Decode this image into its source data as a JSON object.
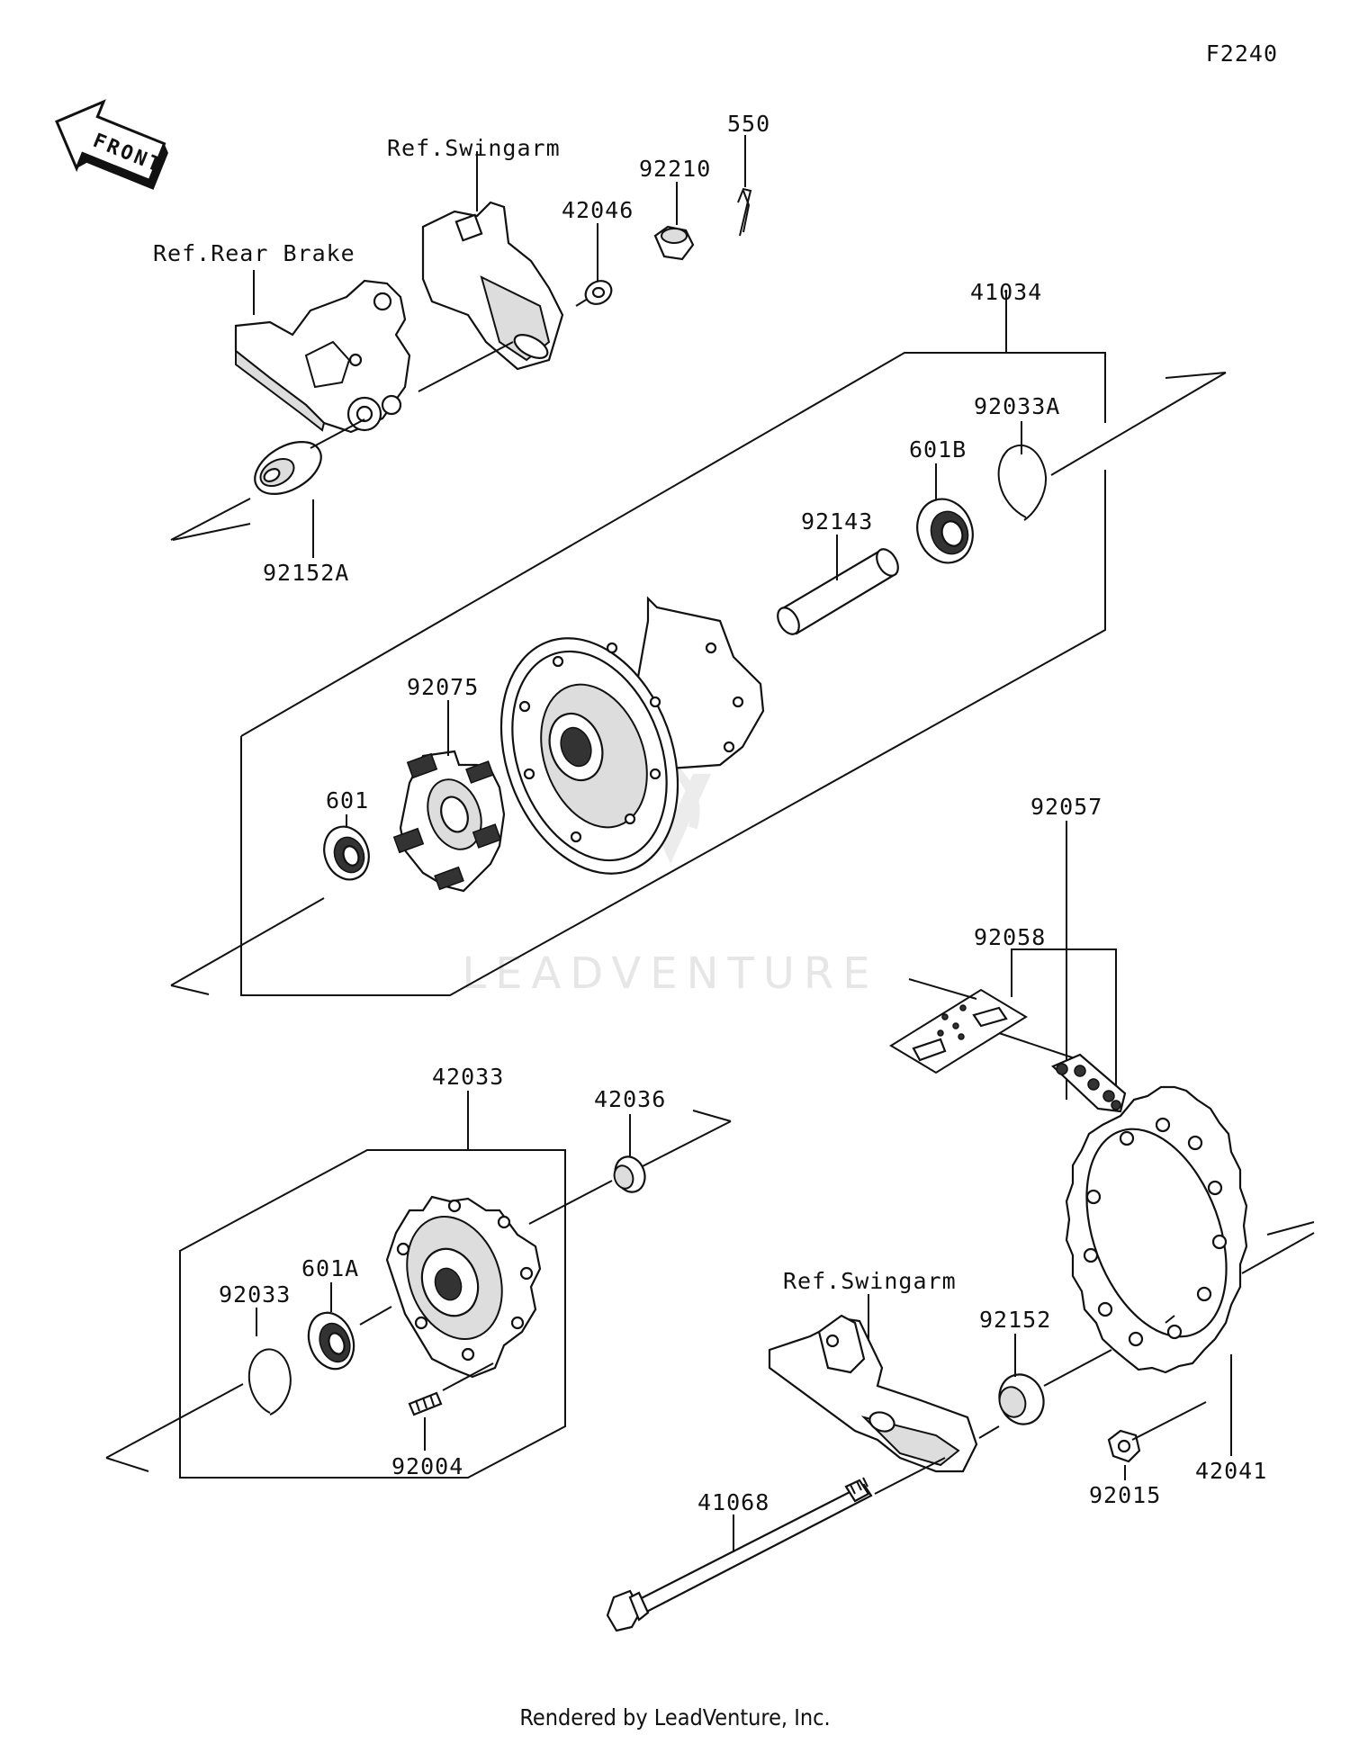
{
  "diagram_code": "F2240",
  "front_label": "FRONT",
  "footer": "Rendered by LeadVenture, Inc.",
  "watermark": "LEADVENTURE",
  "labels": {
    "ref_swingarm_top": "Ref.Swingarm",
    "ref_rear_brake": "Ref.Rear Brake",
    "p42046": "42046",
    "p92210": "92210",
    "p550": "550",
    "p41034": "41034",
    "p92033A": "92033A",
    "p601B": "601B",
    "p92143": "92143",
    "p92152A": "92152A",
    "p92075": "92075",
    "p601": "601",
    "p92057": "92057",
    "p92058": "92058",
    "p42033": "42033",
    "p42036": "42036",
    "p601A": "601A",
    "p92033": "92033",
    "p92004": "92004",
    "ref_swingarm_bottom": "Ref.Swingarm",
    "p92152": "92152",
    "p42041": "42041",
    "p92015": "92015",
    "p41068": "41068"
  }
}
